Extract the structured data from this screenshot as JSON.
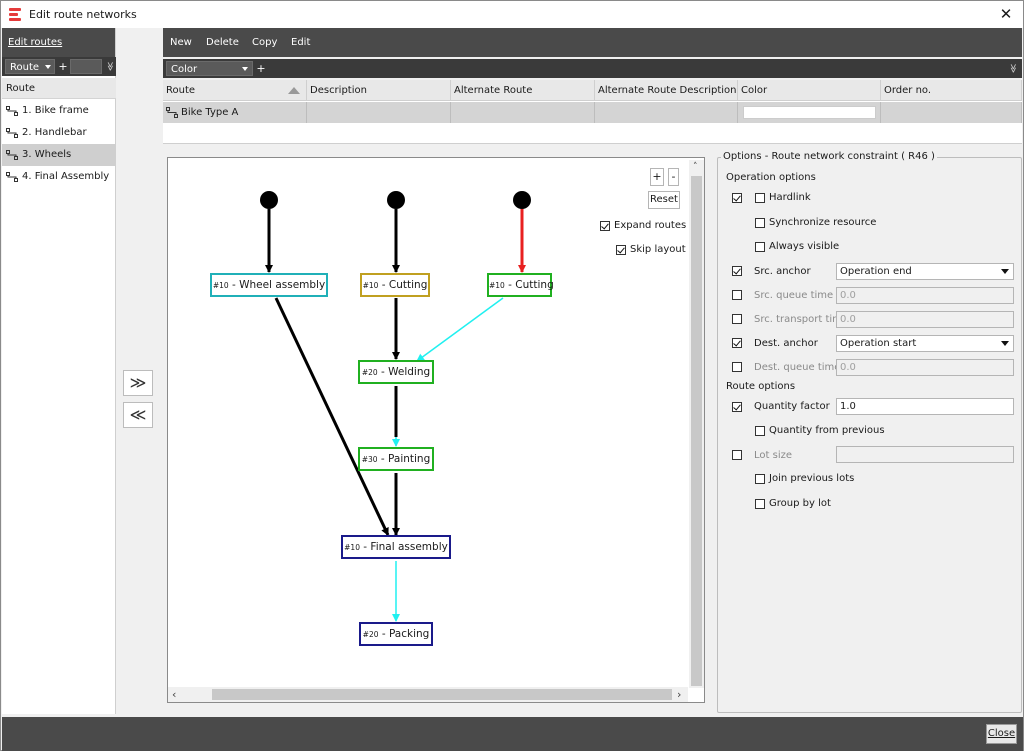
{
  "window": {
    "title": "Edit route networks",
    "close_glyph": "✕",
    "icon": "app-logo-icon",
    "brand_color": "#e53b3b"
  },
  "left_panel": {
    "toolbar_label": "Edit routes",
    "filter": {
      "dropdown_value": "Route",
      "plus": "+",
      "chevron": "≫"
    },
    "column_header": "Route",
    "items": [
      {
        "label": "1. Bike frame",
        "selected": false
      },
      {
        "label": "2. Handlebar",
        "selected": false
      },
      {
        "label": "3. Wheels",
        "selected": true
      },
      {
        "label": "4. Final Assembly",
        "selected": false
      }
    ]
  },
  "movers": {
    "add": "≫",
    "remove": "≪"
  },
  "main_toolbar": {
    "new": "New",
    "delete": "Delete",
    "copy": "Copy",
    "edit": "Edit"
  },
  "main_filter": {
    "dropdown_value": "Color",
    "plus": "+",
    "chevron": "≫"
  },
  "grid": {
    "columns": [
      "Route",
      "Description",
      "Alternate Route",
      "Alternate Route Description",
      "Color",
      "Order no."
    ],
    "rows": [
      {
        "route": "Bike Type A",
        "description": "",
        "alternate_route": "",
        "alternate_route_description": "",
        "color": "#ffffff",
        "order_no": ""
      }
    ]
  },
  "canvas": {
    "zoom_in": "+",
    "zoom_out": "-",
    "reset": "Reset",
    "expand_routes": {
      "label": "Expand routes",
      "checked": true
    },
    "skip_layout": {
      "label": "Skip layout",
      "checked": true
    },
    "nodes": [
      {
        "num": "#10",
        "label": " - Wheel assembly",
        "color": "#20b0b8"
      },
      {
        "num": "#10",
        "label": " - Cutting",
        "color": "#c0a020"
      },
      {
        "num": "#10",
        "label": " - Cutting",
        "color": "#20b020"
      },
      {
        "num": "#20",
        "label": " - Welding",
        "color": "#20b020"
      },
      {
        "num": "#30",
        "label": " - Painting",
        "color": "#20b020"
      },
      {
        "num": "#10",
        "label": " - Final assembly",
        "color": "#1a1a8a"
      },
      {
        "num": "#20",
        "label": " - Packing",
        "color": "#1a1a8a"
      }
    ],
    "edge_colors": {
      "default": "#000000",
      "highlight": "#e82020",
      "constraint": "#20f0f0"
    }
  },
  "options": {
    "legend": "Options - Route network constraint ( R46 )",
    "operation_options_title": "Operation options",
    "hardlink": {
      "label": "Hardlink",
      "outer_checked": true,
      "inner_checked": false
    },
    "synchronize_resource": {
      "label": "Synchronize resource",
      "checked": false
    },
    "always_visible": {
      "label": "Always visible",
      "checked": false
    },
    "src_anchor": {
      "label": "Src. anchor",
      "checked": true,
      "value": "Operation end"
    },
    "src_queue_time": {
      "label": "Src. queue time",
      "checked": false,
      "value": "0.0"
    },
    "src_transport_time": {
      "label": "Src. transport time",
      "checked": false,
      "value": "0.0"
    },
    "dest_anchor": {
      "label": "Dest. anchor",
      "checked": true,
      "value": "Operation start"
    },
    "dest_queue_time": {
      "label": "Dest. queue time",
      "checked": false,
      "value": "0.0"
    },
    "route_options_title": "Route options",
    "quantity_factor": {
      "label": "Quantity factor",
      "checked": true,
      "value": "1.0"
    },
    "quantity_from_previous": {
      "label": "Quantity from previous",
      "checked": false
    },
    "lot_size": {
      "label": "Lot size",
      "checked": false,
      "value": ""
    },
    "join_previous_lots": {
      "label": "Join previous lots",
      "checked": false
    },
    "group_by_lot": {
      "label": "Group by lot",
      "checked": false
    }
  },
  "footer": {
    "close": "Close"
  }
}
